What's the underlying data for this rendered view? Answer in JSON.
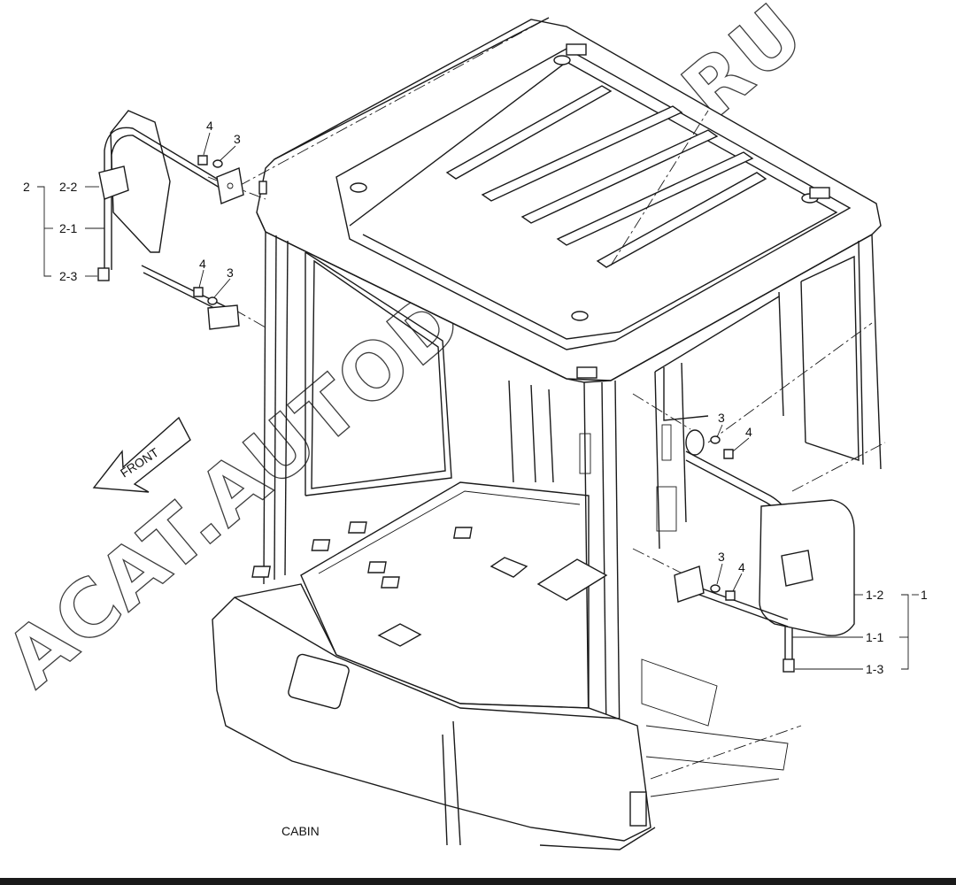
{
  "caption": "CABIN",
  "direction_label": "FRONT",
  "watermark": "ACAT.AUTODEALER.RU",
  "callouts": {
    "left_assembly": "2",
    "left_mirror": "2-2",
    "left_rod": "2-1",
    "left_cap": "2-3",
    "right_assembly": "1",
    "right_mirror": "1-2",
    "right_rod": "1-1",
    "right_cap": "1-3",
    "bolt": "4",
    "washer": "3"
  },
  "colors": {
    "line": "#1a1a1a",
    "background": "#ffffff"
  }
}
